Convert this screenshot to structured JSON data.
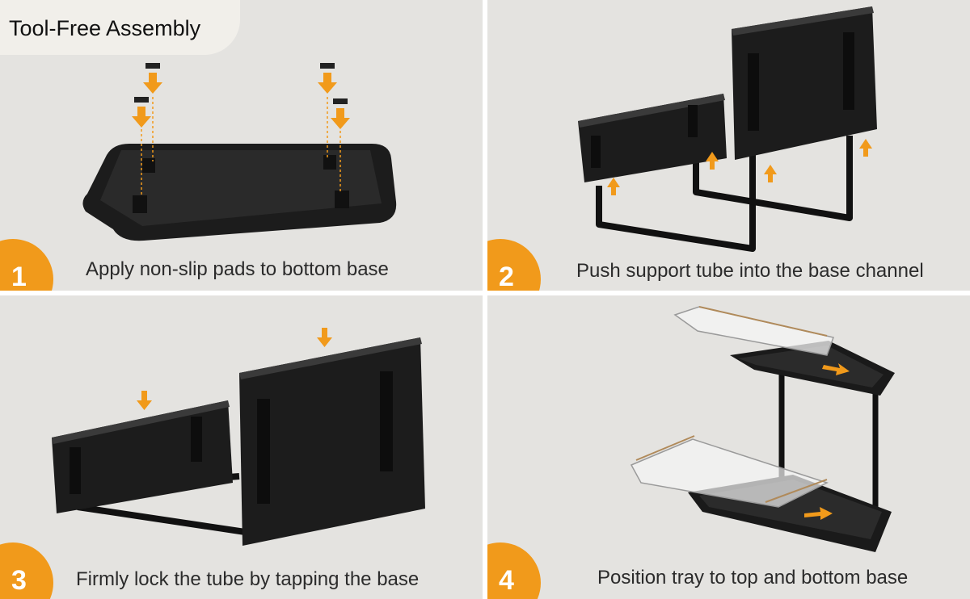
{
  "title": "Tool-Free Assembly",
  "colors": {
    "accent": "#f19a1b",
    "panel_bg": "#e4e3e0",
    "product": "#1b1b1b"
  },
  "steps": [
    {
      "number": "1",
      "caption": "Apply non-slip pads to bottom base"
    },
    {
      "number": "2",
      "caption": "Push support tube into the base channel"
    },
    {
      "number": "3",
      "caption": "Firmly lock the tube by tapping the base"
    },
    {
      "number": "4",
      "caption": "Position tray to top and bottom base"
    }
  ]
}
